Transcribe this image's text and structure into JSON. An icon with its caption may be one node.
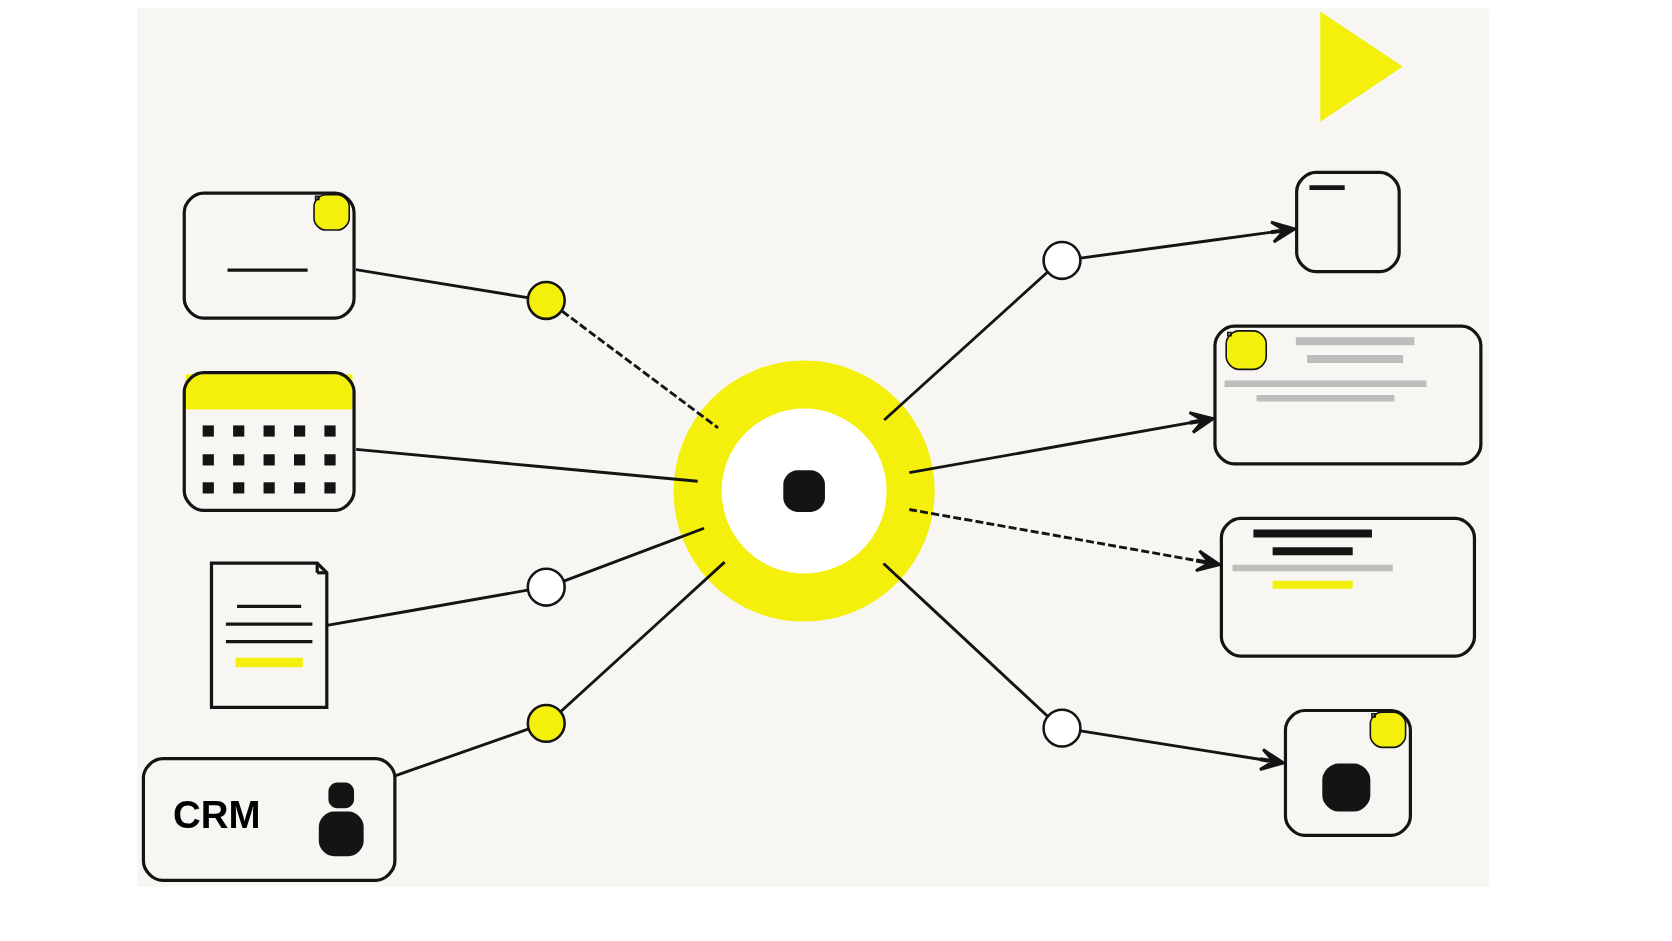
{
  "diagram": {
    "nodes": [
      {
        "text": [],
        "shape": "picture"
      },
      {
        "text": [],
        "shape": "picture"
      },
      {
        "text": [],
        "shape": "picture"
      },
      {
        "text": [
          "CRM"
        ]
      },
      {
        "text": [],
        "shape": "circle"
      },
      {
        "text": [],
        "shape": "circle"
      },
      {
        "text": [],
        "shape": "circle"
      },
      {
        "text": [],
        "shape": "circle"
      },
      {
        "text": [],
        "shape": "circle"
      },
      {
        "text": [],
        "shape": "circle"
      },
      {
        "text": [],
        "shape": "picture"
      },
      {
        "text": [],
        "shape": "picture"
      },
      {
        "text": [],
        "shape": "picture"
      },
      {
        "text": [],
        "shape": "picture"
      },
      {
        "text": [],
        "shape": "triangle"
      }
    ],
    "edges": [
      {
        "from": 0,
        "to": 4,
        "arrow": "none"
      },
      {
        "from": 4,
        "to": 7,
        "arrow": "none",
        "style": "dashed"
      },
      {
        "from": 1,
        "to": 7,
        "arrow": "none"
      },
      {
        "from": 2,
        "to": 5,
        "arrow": "none"
      },
      {
        "from": 5,
        "to": 7,
        "arrow": "none"
      },
      {
        "from": 3,
        "to": 6,
        "arrow": "none"
      },
      {
        "from": 6,
        "to": 7,
        "arrow": "none"
      },
      {
        "from": 7,
        "to": 8,
        "arrow": "none"
      },
      {
        "from": 8,
        "to": 10,
        "arrow": "to"
      },
      {
        "from": 7,
        "to": 11,
        "arrow": "to"
      },
      {
        "from": 7,
        "to": 12,
        "arrow": "to",
        "style": "dashed"
      },
      {
        "from": 7,
        "to": 9,
        "arrow": "none"
      },
      {
        "from": 9,
        "to": 13,
        "arrow": "to"
      }
    ]
  }
}
